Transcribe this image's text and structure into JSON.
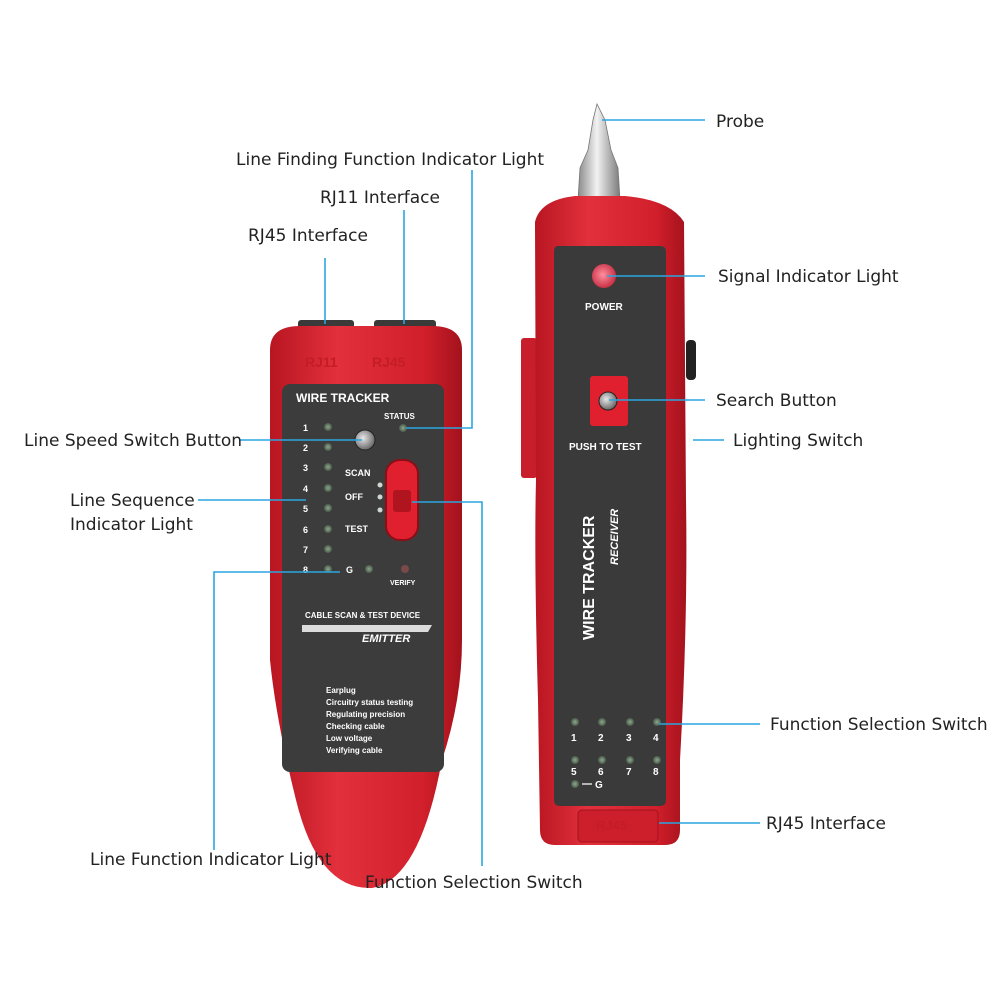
{
  "callouts": {
    "probe": "Probe",
    "line_finding": "Line Finding Function Indicator Light",
    "rj11_interface": "RJ11 Interface",
    "rj45_interface_top": "RJ45 Interface",
    "signal_indicator": "Signal Indicator Light",
    "search_button": "Search Button",
    "lighting_switch": "Lighting Switch",
    "line_speed_switch": "Line Speed Switch Button",
    "line_sequence_1": "Line Sequence",
    "line_sequence_2": "Indicator Light",
    "function_selection_right": "Function Selection Switch",
    "rj45_interface_right": "RJ45 Interface",
    "line_function": "Line Function Indicator Light",
    "function_selection_bottom": "Function Selection Switch"
  },
  "emitter": {
    "port_rj11": "RJ11",
    "port_rj45": "RJ45",
    "title": "WIRE TRACKER",
    "status": "STATUS",
    "numbers": [
      "1",
      "2",
      "3",
      "4",
      "5",
      "6",
      "7",
      "8"
    ],
    "scan": "SCAN",
    "off": "OFF",
    "test": "TEST",
    "g": "G",
    "verify": "VERIFY",
    "device_label": "CABLE SCAN & TEST DEVICE",
    "emitter_label": "EMITTER",
    "functions": [
      "Earplug",
      "Circuitry status testing",
      "Regulating precision",
      "Checking cable",
      "Low voltage",
      "Verifying cable"
    ]
  },
  "receiver": {
    "power": "POWER",
    "push_to_test": "PUSH TO TEST",
    "title": "WIRE TRACKER",
    "subtitle": "RECEIVER",
    "numbers": [
      "1",
      "2",
      "3",
      "4",
      "5",
      "6",
      "7",
      "8"
    ],
    "g": "G",
    "port": "RJ45"
  },
  "colors": {
    "body_red": "#d9202e",
    "panel_dark": "#3a3a3a",
    "callout_line": "#2aa6e0"
  }
}
